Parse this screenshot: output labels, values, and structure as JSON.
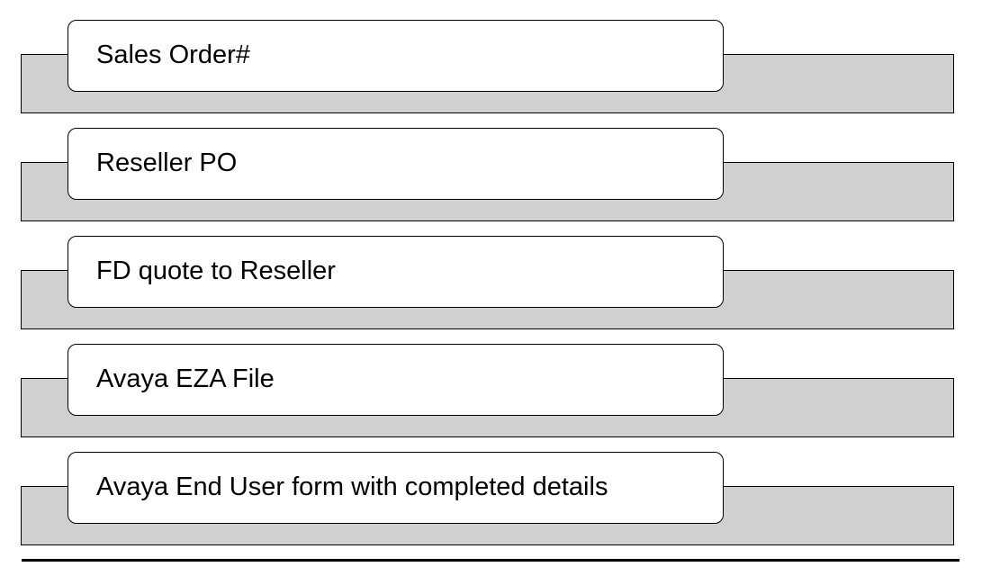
{
  "items": [
    {
      "label": "Sales Order#"
    },
    {
      "label": "Reseller PO"
    },
    {
      "label": "FD quote to Reseller"
    },
    {
      "label": "Avaya EZA File"
    },
    {
      "label": "Avaya End User form with completed details"
    }
  ],
  "colors": {
    "band_fill": "#d0d0d0",
    "label_fill": "#ffffff",
    "stroke": "#000000"
  }
}
